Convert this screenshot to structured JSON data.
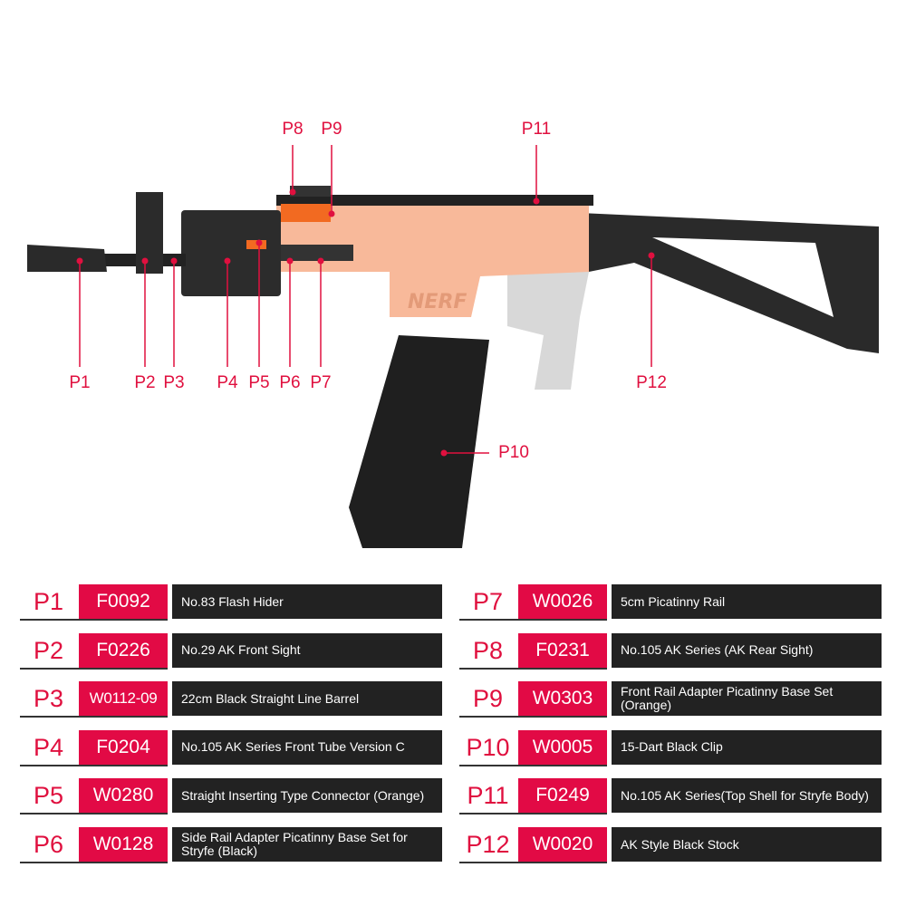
{
  "callouts": [
    {
      "id": "P1",
      "label": "P1"
    },
    {
      "id": "P2",
      "label": "P2"
    },
    {
      "id": "P3",
      "label": "P3"
    },
    {
      "id": "P4",
      "label": "P4"
    },
    {
      "id": "P5",
      "label": "P5"
    },
    {
      "id": "P6",
      "label": "P6"
    },
    {
      "id": "P7",
      "label": "P7"
    },
    {
      "id": "P8",
      "label": "P8"
    },
    {
      "id": "P9",
      "label": "P9"
    },
    {
      "id": "P10",
      "label": "P10"
    },
    {
      "id": "P11",
      "label": "P11"
    },
    {
      "id": "P12",
      "label": "P12"
    }
  ],
  "logo_text": "NERF",
  "parts": [
    {
      "p": "P1",
      "code": "F0092",
      "desc": "No.83 Flash Hider"
    },
    {
      "p": "P2",
      "code": "F0226",
      "desc": "No.29 AK Front Sight"
    },
    {
      "p": "P3",
      "code": "W0112-09",
      "desc": "22cm Black Straight Line Barrel"
    },
    {
      "p": "P4",
      "code": "F0204",
      "desc": "No.105 AK Series Front Tube Version C"
    },
    {
      "p": "P5",
      "code": "W0280",
      "desc": "Straight Inserting Type Connector (Orange)"
    },
    {
      "p": "P6",
      "code": "W0128",
      "desc": "Side  Rail Adapter Picatinny Base Set for  Stryfe (Black)"
    },
    {
      "p": "P7",
      "code": "W0026",
      "desc": "5cm Picatinny Rail"
    },
    {
      "p": "P8",
      "code": "F0231",
      "desc": "No.105 AK Series (AK Rear Sight)"
    },
    {
      "p": "P9",
      "code": "W0303",
      "desc": "Front Rail Adapter Picatinny Base Set (Orange)"
    },
    {
      "p": "P10",
      "code": "W0005",
      "desc": "15-Dart Black Clip"
    },
    {
      "p": "P11",
      "code": "F0249",
      "desc": "No.105 AK Series(Top Shell for Stryfe Body)"
    },
    {
      "p": "P12",
      "code": "W0020",
      "desc": "AK Style Black Stock"
    }
  ],
  "colors": {
    "accent": "#e20a45",
    "dark": "#222222",
    "body": "#f8b99a"
  }
}
